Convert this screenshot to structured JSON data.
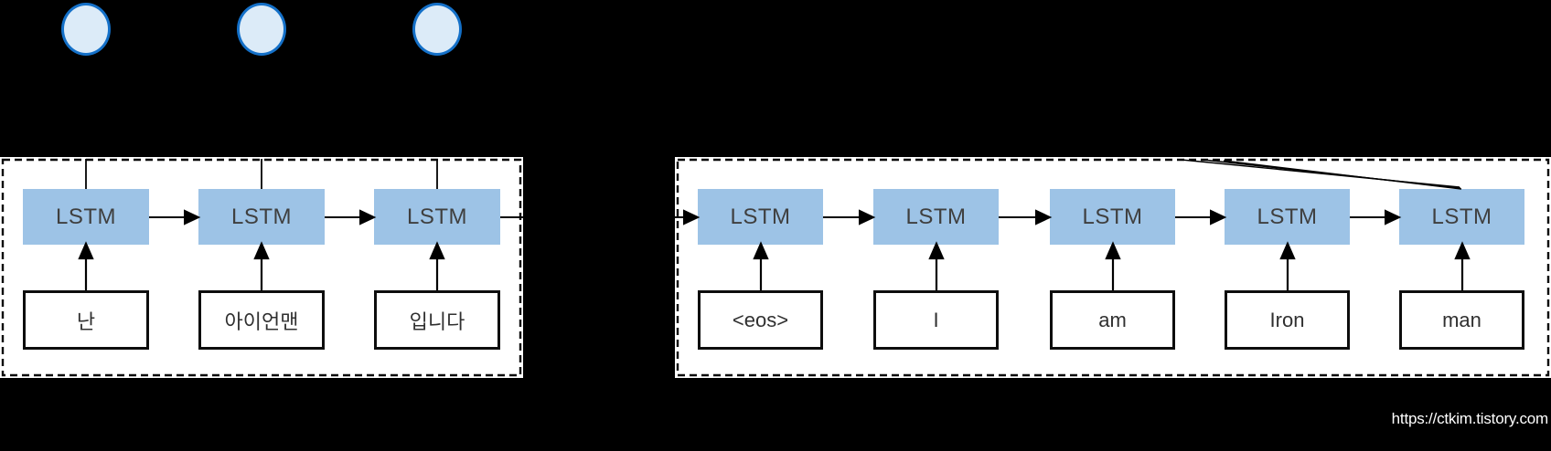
{
  "labels": {
    "lstm": "LSTM"
  },
  "encoder": {
    "words": [
      "난",
      "아이언맨",
      "입니다"
    ]
  },
  "decoder": {
    "words": [
      "<eos>",
      "I",
      "am",
      "Iron",
      "man"
    ]
  },
  "watermark": "https://ctkim.tistory.com",
  "colors": {
    "background": "#000000",
    "lstm_fill": "#9dc3e6",
    "lstm_text": "#3f3f3f",
    "circle_fill": "#dcebf8",
    "circle_border": "#1470c8",
    "box_fill": "#ffffff",
    "line": "#000000",
    "watermark_text": "#ffffff"
  }
}
